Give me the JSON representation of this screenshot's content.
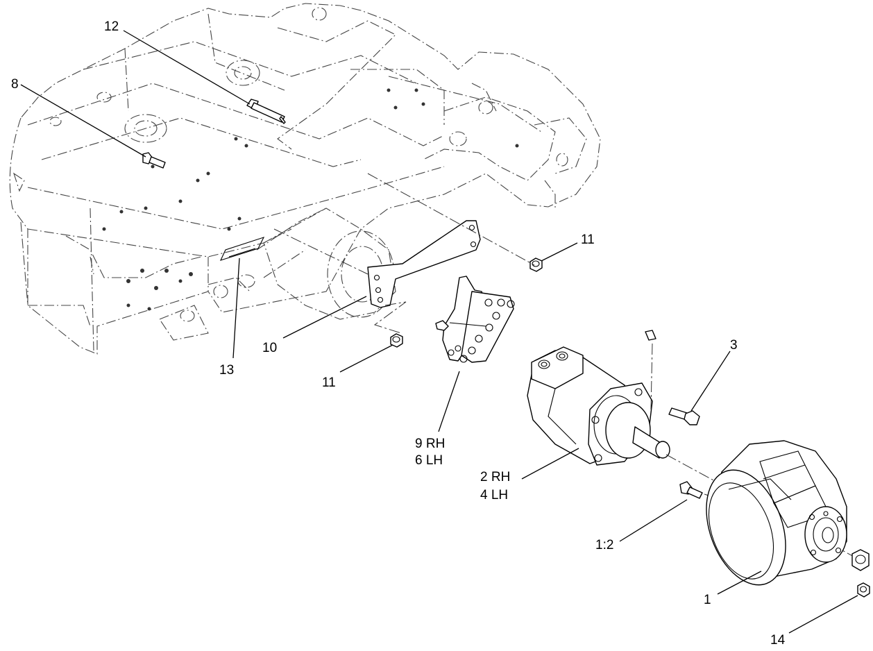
{
  "callouts": {
    "c12": "12",
    "c8": "8",
    "c11a": "11",
    "c11b": "11",
    "c10": "10",
    "c13": "13",
    "c9a": "9 RH",
    "c9b": "6 LH",
    "c3": "3",
    "c2a": "2 RH",
    "c2b": "4 LH",
    "c1_2": "1:2",
    "c1": "1",
    "c14": "14"
  }
}
